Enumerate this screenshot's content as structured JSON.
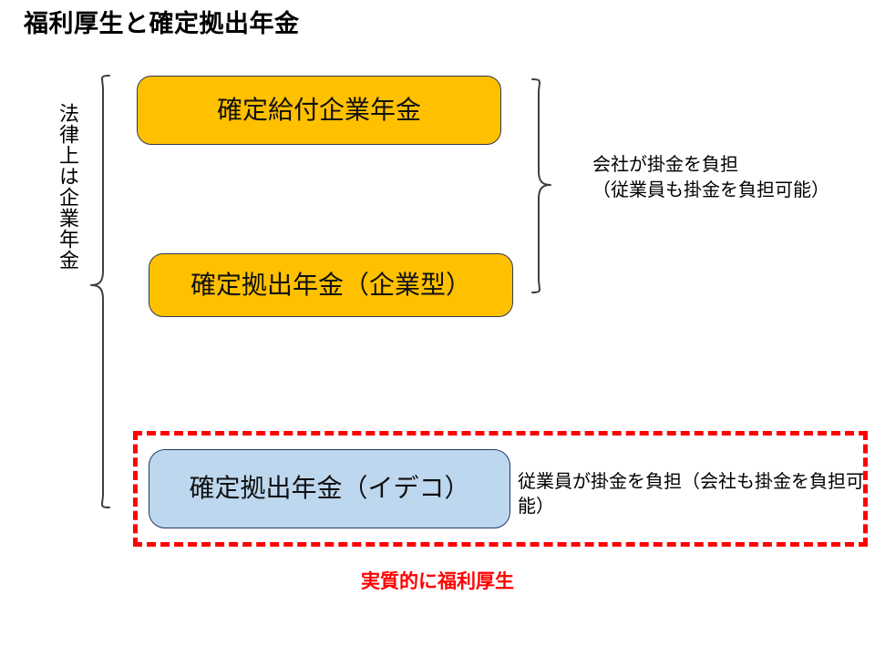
{
  "slide": {
    "title": "福利厚生と確定拠出年金",
    "background_color": "#FFFFFF"
  },
  "left_group": {
    "vertical_label": "法律上は企業年金",
    "brace_name": "left-curly-brace"
  },
  "boxes": [
    {
      "id": "db",
      "label": "確定給付企業年金",
      "fill": "#FFC000",
      "border": "#2F3B52"
    },
    {
      "id": "dc_corporate",
      "label": "確定拠出年金（企業型）",
      "fill": "#FFC000",
      "border": "#2F3B52"
    },
    {
      "id": "ideco",
      "label": "確定拠出年金（イデコ）",
      "fill": "#BDD7EE",
      "border": "#1F3864"
    }
  ],
  "annotations": {
    "company_contribution": "会社が掛金を負担\n（従業員も掛金を負担可能）",
    "employee_contribution": "従業員が掛金を負担（会社も掛金を負担可能）"
  },
  "highlight": {
    "caption": "実質的に福利厚生",
    "color": "#FF0000",
    "style": "dashed"
  }
}
